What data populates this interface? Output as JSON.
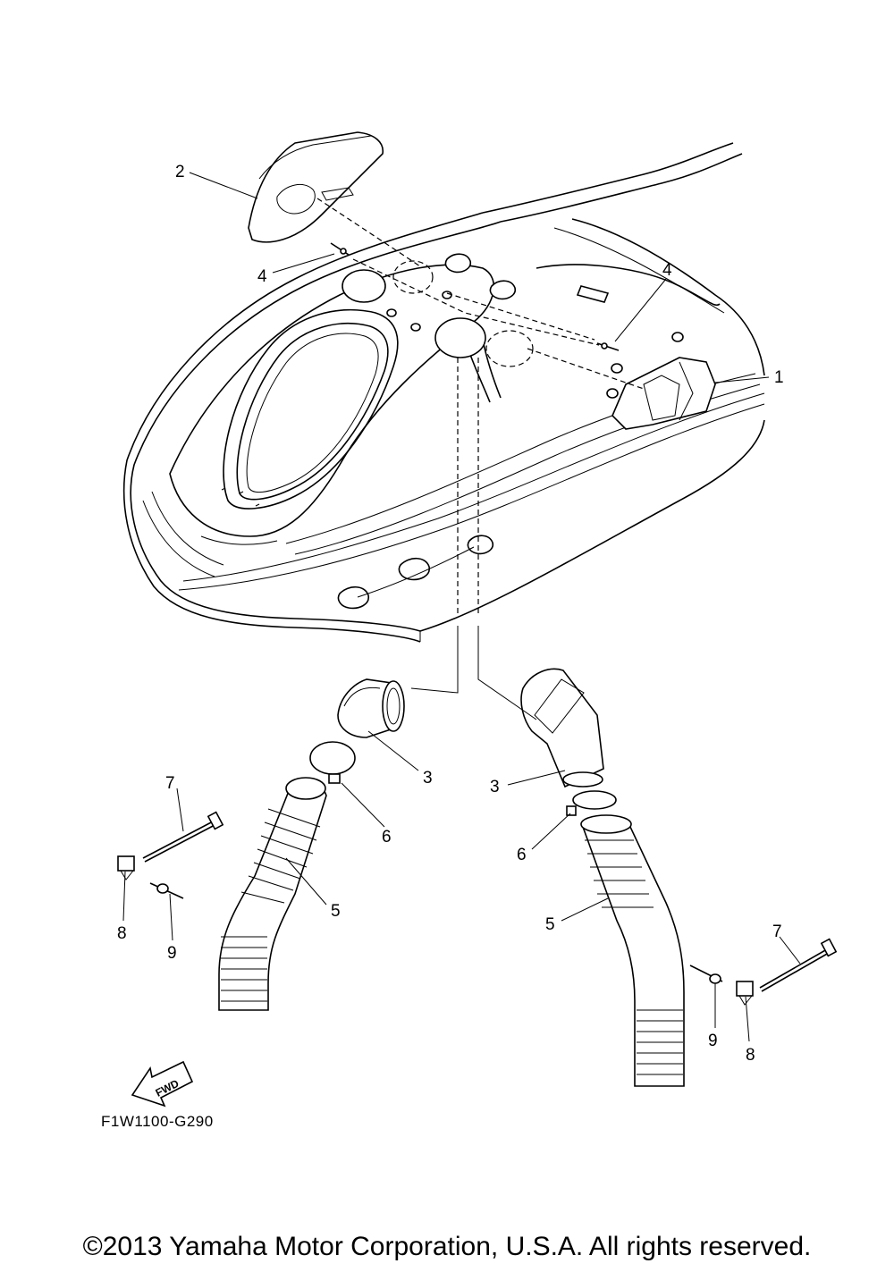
{
  "callouts": {
    "c1": "1",
    "c2": "2",
    "c3a": "3",
    "c3b": "3",
    "c4a": "4",
    "c4b": "4",
    "c5a": "5",
    "c5b": "5",
    "c6a": "6",
    "c6b": "6",
    "c7a": "7",
    "c7b": "7",
    "c8a": "8",
    "c8b": "8",
    "c9a": "9",
    "c9b": "9"
  },
  "fwd_label": "FWD",
  "diagram_code": "F1W1100-G290",
  "copyright": "©2013 Yamaha Motor Corporation, U.S.A. All rights reserved."
}
